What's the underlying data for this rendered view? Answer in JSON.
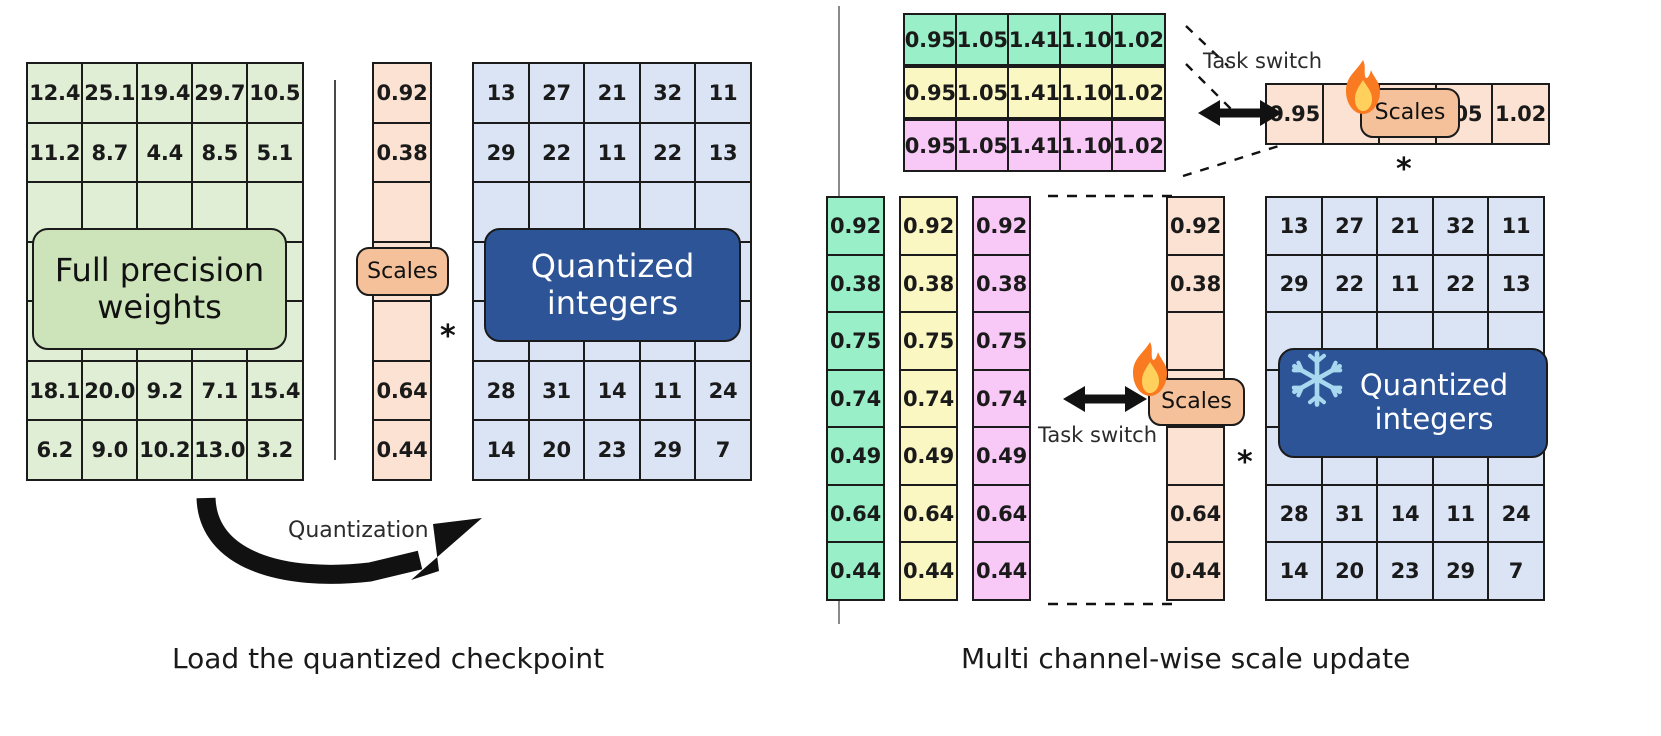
{
  "left_panel": {
    "caption": "Load the quantized checkpoint",
    "weights_matrix": {
      "label": "Full precision\nweights",
      "label_line1": "Full precision",
      "label_line2": "weights",
      "color": "#dfeed4",
      "rows": [
        [
          "12.4",
          "25.1",
          "19.4",
          "29.7",
          "10.5"
        ],
        [
          "11.2",
          "8.7",
          "4.4",
          "8.5",
          "5.1"
        ],
        [
          "",
          "",
          "",
          "",
          ""
        ],
        [
          "",
          "",
          "",
          "",
          ""
        ],
        [
          "",
          "",
          "",
          "",
          ""
        ],
        [
          "18.1",
          "20.0",
          "9.2",
          "7.1",
          "15.4"
        ],
        [
          "6.2",
          "9.0",
          "10.2",
          "13.0",
          "3.2"
        ]
      ]
    },
    "scales_column": {
      "label": "Scales",
      "color": "#fbe2d2",
      "values": [
        "0.92",
        "0.38",
        "",
        "",
        "",
        "0.64",
        "0.44"
      ]
    },
    "multiply_symbol": "*",
    "quantized_matrix": {
      "label_line1": "Quantized",
      "label_line2": "integers",
      "color": "#dbe4f5",
      "rows": [
        [
          "13",
          "27",
          "21",
          "32",
          "11"
        ],
        [
          "29",
          "22",
          "11",
          "22",
          "13"
        ],
        [
          "",
          "",
          "",
          "",
          ""
        ],
        [
          "",
          "",
          "",
          "",
          ""
        ],
        [
          "",
          "",
          "",
          "",
          ""
        ],
        [
          "28",
          "31",
          "14",
          "11",
          "24"
        ],
        [
          "14",
          "20",
          "23",
          "29",
          "7"
        ]
      ]
    },
    "arrow_label": "Quantization"
  },
  "right_panel": {
    "caption": "Multi channel-wise scale update",
    "task_switch_top_label": "Task switch",
    "task_switch_mid_label": "Task switch",
    "multiply_symbol_top": "*",
    "multiply_symbol_mid": "*",
    "channel_rows": [
      {
        "color": "#99efc7",
        "name": "mint-row",
        "values": [
          "0.95",
          "1.05",
          "1.41",
          "1.10",
          "1.02"
        ]
      },
      {
        "color": "#fbf7c3",
        "name": "yellow-row",
        "values": [
          "0.95",
          "1.05",
          "1.41",
          "1.10",
          "1.02"
        ]
      },
      {
        "color": "#f8c9f7",
        "name": "pink-row",
        "values": [
          "0.95",
          "1.05",
          "1.41",
          "1.10",
          "1.02"
        ]
      }
    ],
    "active_scales_row": {
      "label": "Scales",
      "color": "#fbe2d2",
      "fire_icon": "fire-icon",
      "values": [
        "0.95",
        "",
        "",
        ".05",
        "1.02"
      ]
    },
    "top_quantized_matrix": {
      "label_line1": "Quantized",
      "label_line2": "integers",
      "snow_icon": "snowflake-icon",
      "color": "#dbe4f5",
      "rows": [
        [
          "13",
          "27",
          "21",
          "32",
          "11"
        ],
        [
          "29",
          "22",
          "11",
          "22",
          "13"
        ],
        [
          "",
          "",
          "",
          "",
          ""
        ],
        [
          "",
          "",
          "",
          "",
          ""
        ],
        [
          "",
          "",
          "",
          "",
          ""
        ],
        [
          "28",
          "31",
          "14",
          "11",
          "24"
        ],
        [
          "14",
          "20",
          "23",
          "29",
          "7"
        ]
      ]
    },
    "channel_columns": [
      {
        "color": "#99efc7",
        "name": "mint-column",
        "values": [
          "0.92",
          "0.38",
          "0.75",
          "0.74",
          "0.49",
          "0.64",
          "0.44"
        ]
      },
      {
        "color": "#fbf7c3",
        "name": "yellow-column",
        "values": [
          "0.92",
          "0.38",
          "0.75",
          "0.74",
          "0.49",
          "0.64",
          "0.44"
        ]
      },
      {
        "color": "#f8c9f7",
        "name": "pink-column",
        "values": [
          "0.92",
          "0.38",
          "0.75",
          "0.74",
          "0.49",
          "0.64",
          "0.44"
        ]
      }
    ],
    "active_scales_column": {
      "label": "Scales",
      "color": "#fbe2d2",
      "fire_icon": "fire-icon",
      "values": [
        "0.92",
        "0.38",
        "",
        "",
        "",
        "0.64",
        "0.44"
      ]
    }
  },
  "colors": {
    "green_cell": "#dfeed4",
    "green_pill": "#cde3ba",
    "blue_cell": "#dbe4f5",
    "blue_pill": "#2d5496",
    "peach_cell": "#fbe2d2",
    "peach_pill": "#f4c19a",
    "mint": "#99efc7",
    "yellow": "#fbf7c3",
    "pink": "#f8c9f7",
    "stroke": "#1b1b1b"
  }
}
